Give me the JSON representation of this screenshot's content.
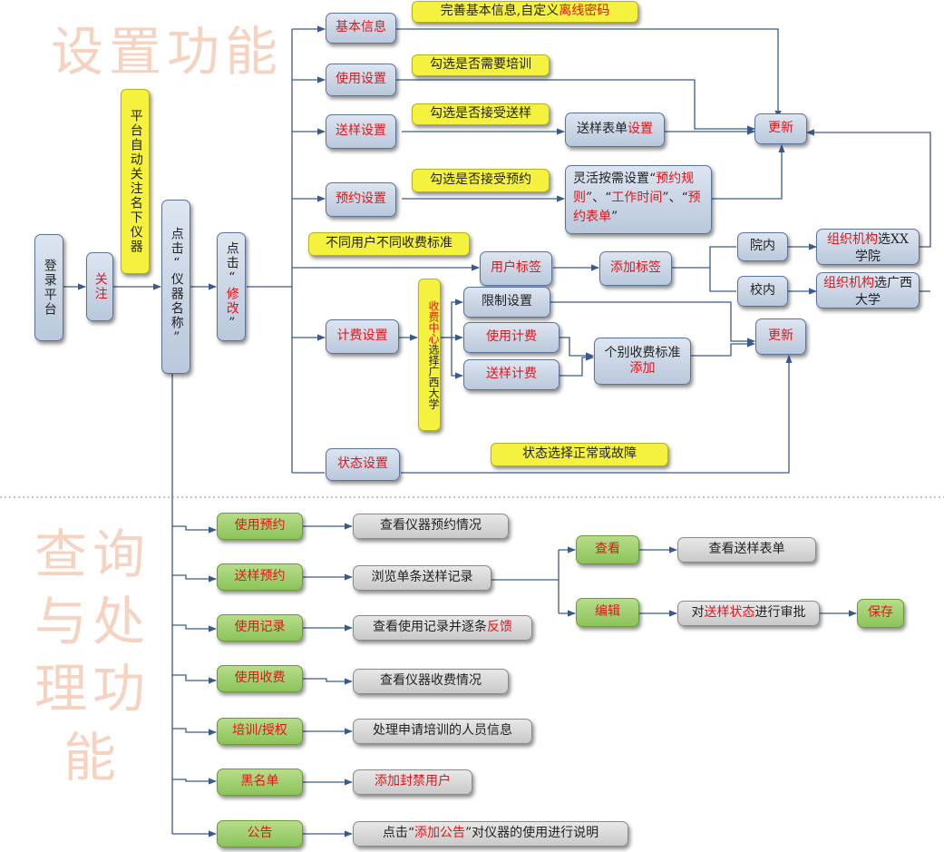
{
  "watermarks": {
    "setup": "设置功能",
    "query_line1": "查询",
    "query_line2": "与处",
    "query_line3": "理功",
    "query_line4": "能"
  },
  "flow": {
    "login": "登录平台",
    "follow": "关注",
    "auto_follow": "平台自动关注名下仪器",
    "click_name": "点击“仪器名称”",
    "click_edit_a": "点击“",
    "click_edit_b": "修改",
    "click_edit_c": "”"
  },
  "settings": {
    "basic": "基本信息",
    "basic_note_a": "完善基本信息,自定义",
    "basic_note_b": "离线密码",
    "usage": "使用设置",
    "usage_note": "勾选是否需要培训",
    "sample": "送样设置",
    "sample_note": "勾选是否接受送样",
    "sample_form_a": "送样表单",
    "sample_form_b": "设置",
    "booking": "预约设置",
    "booking_note": "勾选是否接受预约",
    "flex_a": "灵活按需设置“",
    "flex_b": "预约规则",
    "flex_c": "”、“",
    "flex_d": "工作时间",
    "flex_e": "”、“",
    "flex_f": "预约表单",
    "flex_g": "”",
    "update1": "更新",
    "diff_note": "不同用户不同收费标准",
    "user_tag": "用户标签",
    "add_tag": "添加标签",
    "inside_college": "院内",
    "inside_school": "校内",
    "org_a": "组织机构",
    "org_college_b": "选XX学院",
    "org_school_b": "选广西大学",
    "fee": "计费设置",
    "fee_center_a": "收费中心",
    "fee_center_b": "选择广西大学",
    "limit": "限制设置",
    "use_fee": "使用计费",
    "sample_fee": "送样计费",
    "individual_a": "个别收费标准",
    "individual_b": "添加",
    "update2": "更新",
    "status": "状态设置",
    "status_note": "状态选择正常或故障"
  },
  "query": {
    "items": [
      {
        "label": "使用预约",
        "desc": "查看仪器预约情况"
      },
      {
        "label": "送样预约",
        "desc": "浏览单条送样记录"
      },
      {
        "label": "使用记录",
        "desc_a": "查看使用记录并逐条",
        "desc_b": "反馈"
      },
      {
        "label": "使用收费",
        "desc": "查看仪器收费情况"
      },
      {
        "label": "培训/授权",
        "desc": "处理申请培训的人员信息"
      },
      {
        "label": "黑名单",
        "desc": "添加封禁用户"
      },
      {
        "label": "公告",
        "desc_a": "点击“",
        "desc_b": "添加公告",
        "desc_c": "”对仪器的使用进行说明"
      }
    ],
    "view": "查看",
    "view_desc": "查看送样表单",
    "edit": "编辑",
    "edit_desc_a": "对",
    "edit_desc_b": "送样状态",
    "edit_desc_c": "进行审批",
    "save": "保存"
  },
  "colors": {
    "box_blue": "#c9d5e6",
    "note_yellow": "#f4f23f",
    "query_green": "#9ccb6b",
    "desc_grey": "#d6d6d6",
    "highlight_red": "#e0161b",
    "line_blue": "#3a5a8c",
    "watermark": "#f6d3c1"
  }
}
